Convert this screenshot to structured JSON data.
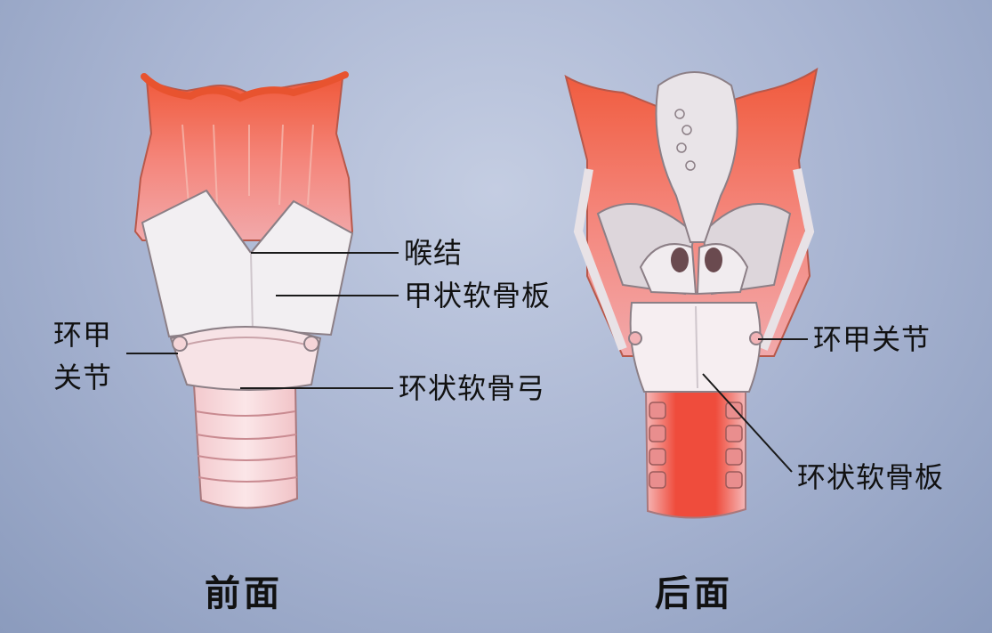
{
  "front": {
    "caption": "前面",
    "labels": {
      "laryngeal_prominence": "喉结",
      "thyroid_lamina": "甲状软骨板",
      "cricothyroid_joint_line1": "环甲",
      "cricothyroid_joint_line2": "关节",
      "cricoid_arch": "环状软骨弓"
    }
  },
  "back": {
    "caption": "后面",
    "labels": {
      "cricothyroid_joint": "环甲关节",
      "cricoid_lamina": "环状软骨板"
    }
  }
}
